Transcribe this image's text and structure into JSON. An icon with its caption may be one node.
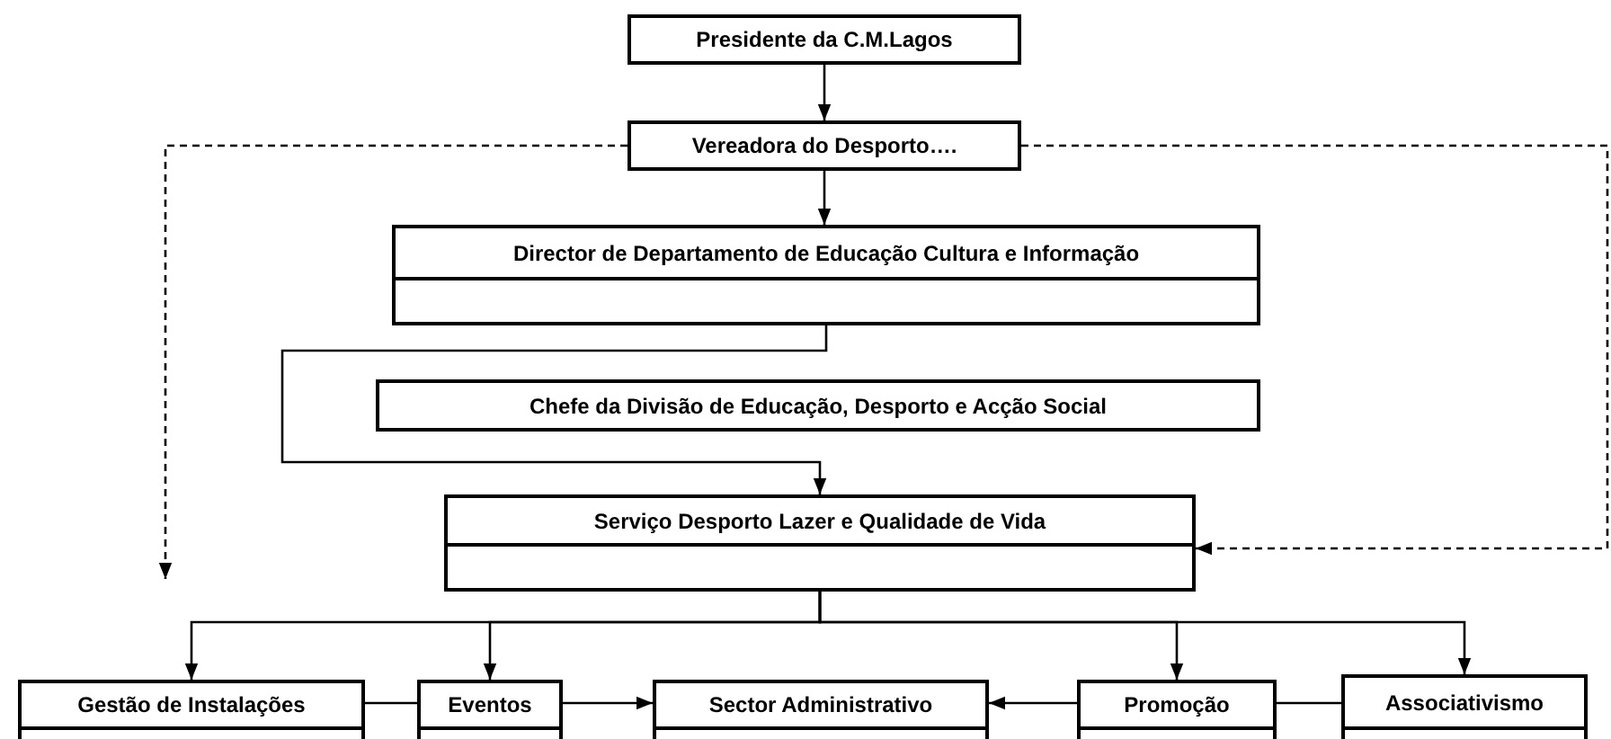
{
  "diagram": {
    "nodes": [
      {
        "text": [
          "Presidente da C.M.Lagos"
        ]
      },
      {
        "text": [
          "Vereadora do Desporto…."
        ]
      },
      {
        "text": [
          "Director de Departamento de Educação Cultura e Informação"
        ]
      },
      {
        "text": [
          "Chefe da Divisão de Educação, Desporto e Acção Social"
        ]
      },
      {
        "text": [
          "Serviço Desporto Lazer e Qualidade de Vida"
        ]
      },
      {
        "text": [
          "Gestão de Instalações"
        ]
      },
      {
        "text": [
          "Eventos"
        ]
      },
      {
        "text": [
          "Sector Administrativo"
        ]
      },
      {
        "text": [
          "Promoção"
        ]
      },
      {
        "text": [
          "Associativismo"
        ]
      }
    ],
    "edges": [
      {
        "from": 0,
        "to": 1,
        "arrow": "to"
      },
      {
        "from": 1,
        "to": 2,
        "arrow": "to"
      },
      {
        "from": 2,
        "to": 4,
        "arrow": "to"
      },
      {
        "from": 1,
        "to": null,
        "arrow": "to",
        "style": "dashed"
      },
      {
        "from": 1,
        "to": 4,
        "arrow": "to",
        "style": "dashed"
      },
      {
        "from": 4,
        "to": 5,
        "arrow": "to"
      },
      {
        "from": 4,
        "to": 6,
        "arrow": "to"
      },
      {
        "from": 4,
        "to": 8,
        "arrow": "to"
      },
      {
        "from": 4,
        "to": 9,
        "arrow": "to"
      },
      {
        "from": 5,
        "to": 6,
        "arrow": "none"
      },
      {
        "from": 6,
        "to": 7,
        "arrow": "to"
      },
      {
        "from": 8,
        "to": 7,
        "arrow": "to"
      },
      {
        "from": 9,
        "to": 8,
        "arrow": "none"
      }
    ]
  }
}
